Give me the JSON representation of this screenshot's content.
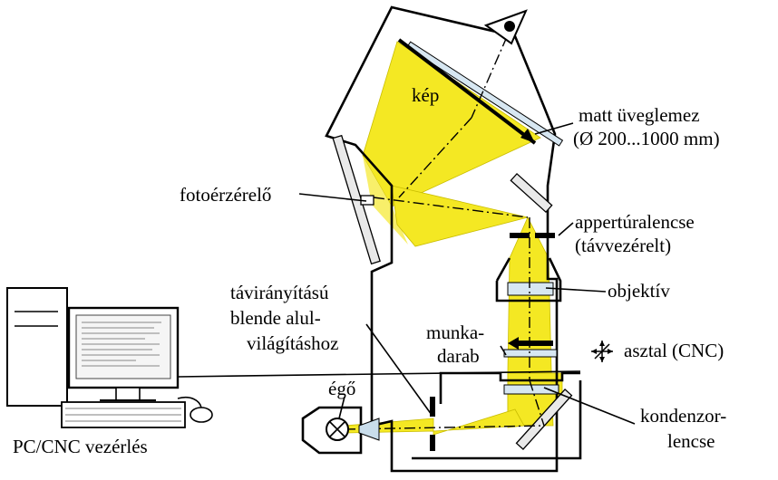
{
  "labels": {
    "kep": "kép",
    "matt_l1": "matt üveglemez",
    "matt_l2": "(Ø 200...1000 mm)",
    "fotoerzekelo": "fotoérzérelő",
    "appertura_l1": "appertúralencse",
    "appertura_l2": "(távvezérelt)",
    "objektiv": "objektív",
    "taviranyitasu_l1": "távirányítású",
    "taviranyitasu_l2": "blende alul-",
    "taviranyitasu_l3": "világításhoz",
    "munka_l1": "munka-",
    "munka_l2": "darab",
    "asztal": "asztal (CNC)",
    "ego": "égő",
    "kondenzor_l1": "kondenzor-",
    "kondenzor_l2": "lencse",
    "pc": "PC/CNC vezérlés"
  },
  "colors": {
    "light_beam": "#f4e823",
    "outline": "#000000"
  },
  "icons": [
    "eye-icon",
    "computer-icon",
    "lamp-icon",
    "move-arrows-icon"
  ]
}
